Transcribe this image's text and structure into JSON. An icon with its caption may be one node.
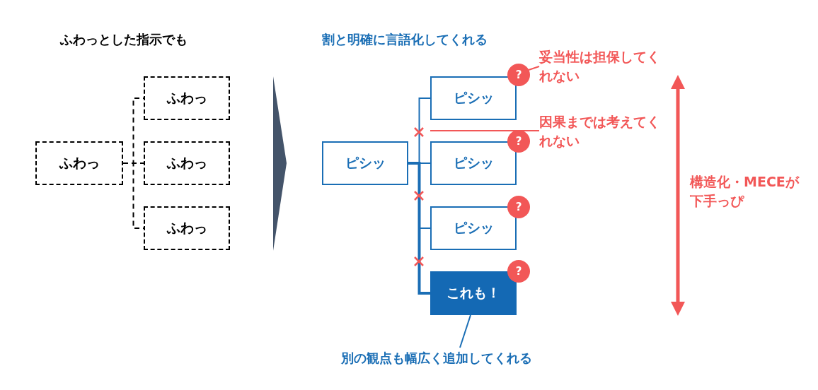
{
  "diagram": {
    "nodes": [
      {
        "text": [
          "ふわっ"
        ]
      },
      {
        "text": [
          "ふわっ"
        ]
      },
      {
        "text": [
          "ふわっ"
        ]
      },
      {
        "text": [
          "ふわっ"
        ]
      },
      {
        "text": [
          "ピシッ"
        ]
      },
      {
        "text": [
          "ピシッ"
        ]
      },
      {
        "text": [
          "ピシッ"
        ]
      },
      {
        "text": [
          "ピシッ"
        ]
      },
      {
        "text": [
          "これも！"
        ]
      },
      {
        "text": [
          "?"
        ]
      },
      {
        "text": [
          "?"
        ]
      },
      {
        "text": [
          "?"
        ]
      },
      {
        "text": [
          "?"
        ]
      },
      {
        "text": [
          "妥当性は担保してくれない"
        ]
      },
      {
        "text": [
          "因果までは考えてくれない"
        ]
      },
      {
        "text": [],
        "shape": "cross"
      },
      {
        "text": [],
        "shape": "cross"
      },
      {
        "text": [],
        "shape": "cross"
      },
      {
        "text": [
          "別の観点も幅広く追加してくれる"
        ]
      }
    ],
    "edges": [
      {
        "from": 0,
        "to": 1,
        "arrow": "none",
        "style": "dashed",
        "color": "#000000"
      },
      {
        "from": 0,
        "to": 2,
        "arrow": "none",
        "style": "dashed",
        "color": "#000000"
      },
      {
        "from": 0,
        "to": 3,
        "arrow": "none",
        "style": "dashed",
        "color": "#000000"
      },
      {
        "from": 4,
        "to": 5,
        "arrow": "none"
      },
      {
        "from": 4,
        "to": 6,
        "arrow": "none"
      },
      {
        "from": 4,
        "to": 7,
        "arrow": "none"
      },
      {
        "from": 4,
        "to": 8,
        "arrow": "none",
        "style": "thick"
      },
      {
        "from": 13,
        "to": 9,
        "arrow": "none",
        "color": "#f25757"
      },
      {
        "from": 14,
        "to": 15,
        "arrow": "none",
        "color": "#f25757"
      },
      {
        "from": 18,
        "to": 8,
        "arrow": "none"
      }
    ],
    "labels": [
      "ふわっとした指示でも",
      "割と明確に言語化してくれる",
      "構造化・MECEが下手っぴ"
    ]
  }
}
